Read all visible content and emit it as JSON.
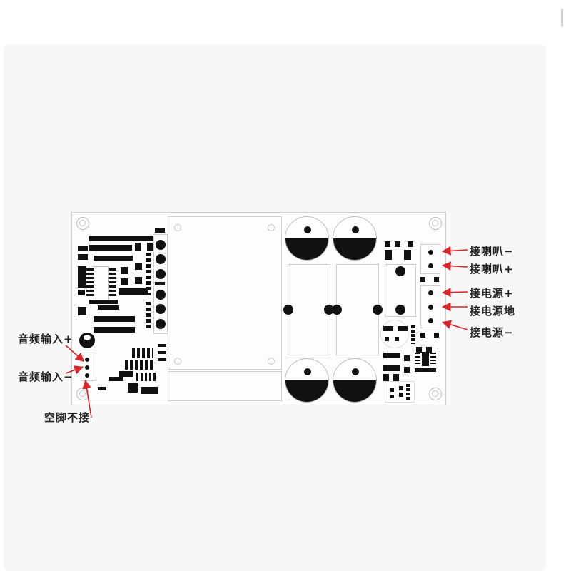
{
  "diagram": {
    "type": "pcb-wiring-diagram",
    "accent_color": "#d9262b",
    "board": {
      "terminals_right": [
        {
          "label": "接喇叭−",
          "meaning": "speaker −"
        },
        {
          "label": "接喇叭+",
          "meaning": "speaker +"
        },
        {
          "label": "接电源+",
          "meaning": "power +"
        },
        {
          "label": "接电源地",
          "meaning": "power ground"
        },
        {
          "label": "接电源−",
          "meaning": "power −"
        }
      ],
      "terminals_left": [
        {
          "label": "音频输入+",
          "meaning": "audio input +"
        },
        {
          "label": "音频输入−",
          "meaning": "audio input −"
        },
        {
          "label": "空脚不接",
          "meaning": "empty pin, do not connect"
        }
      ]
    }
  }
}
